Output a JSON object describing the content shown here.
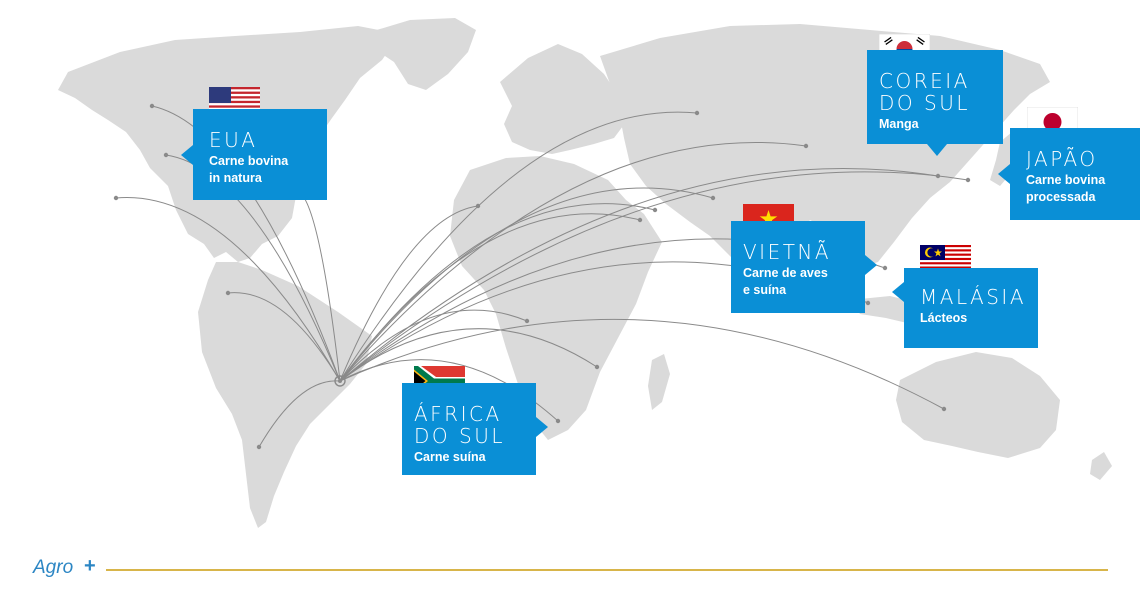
{
  "markets": [
    {
      "id": "eua",
      "country": "EUA",
      "product_line1": "Carne bovina",
      "product_line2": "in natura"
    },
    {
      "id": "coreia",
      "country_line1": "COREIA",
      "country_line2": "DO SUL",
      "product_line1": "Manga"
    },
    {
      "id": "japao",
      "country": "JAPÃO",
      "product_line1": "Carne bovina",
      "product_line2": "processada"
    },
    {
      "id": "vietna",
      "country": "VIETNÃ",
      "product_line1": "Carne de aves",
      "product_line2": "e suína"
    },
    {
      "id": "malasia",
      "country": "MALÁSIA",
      "product_line1": "Lácteos"
    },
    {
      "id": "africa",
      "country_line1": "ÁFRICA",
      "country_line2": "DO SUL",
      "product_line1": "Carne suína"
    }
  ],
  "brand": {
    "name": "Agro",
    "suffix": "+"
  },
  "colors": {
    "callout": "#0a8fd6",
    "land": "#dadada",
    "route": "#8a8a8a",
    "footer_line": "#d8b54a",
    "brand": "#2c86c4"
  }
}
